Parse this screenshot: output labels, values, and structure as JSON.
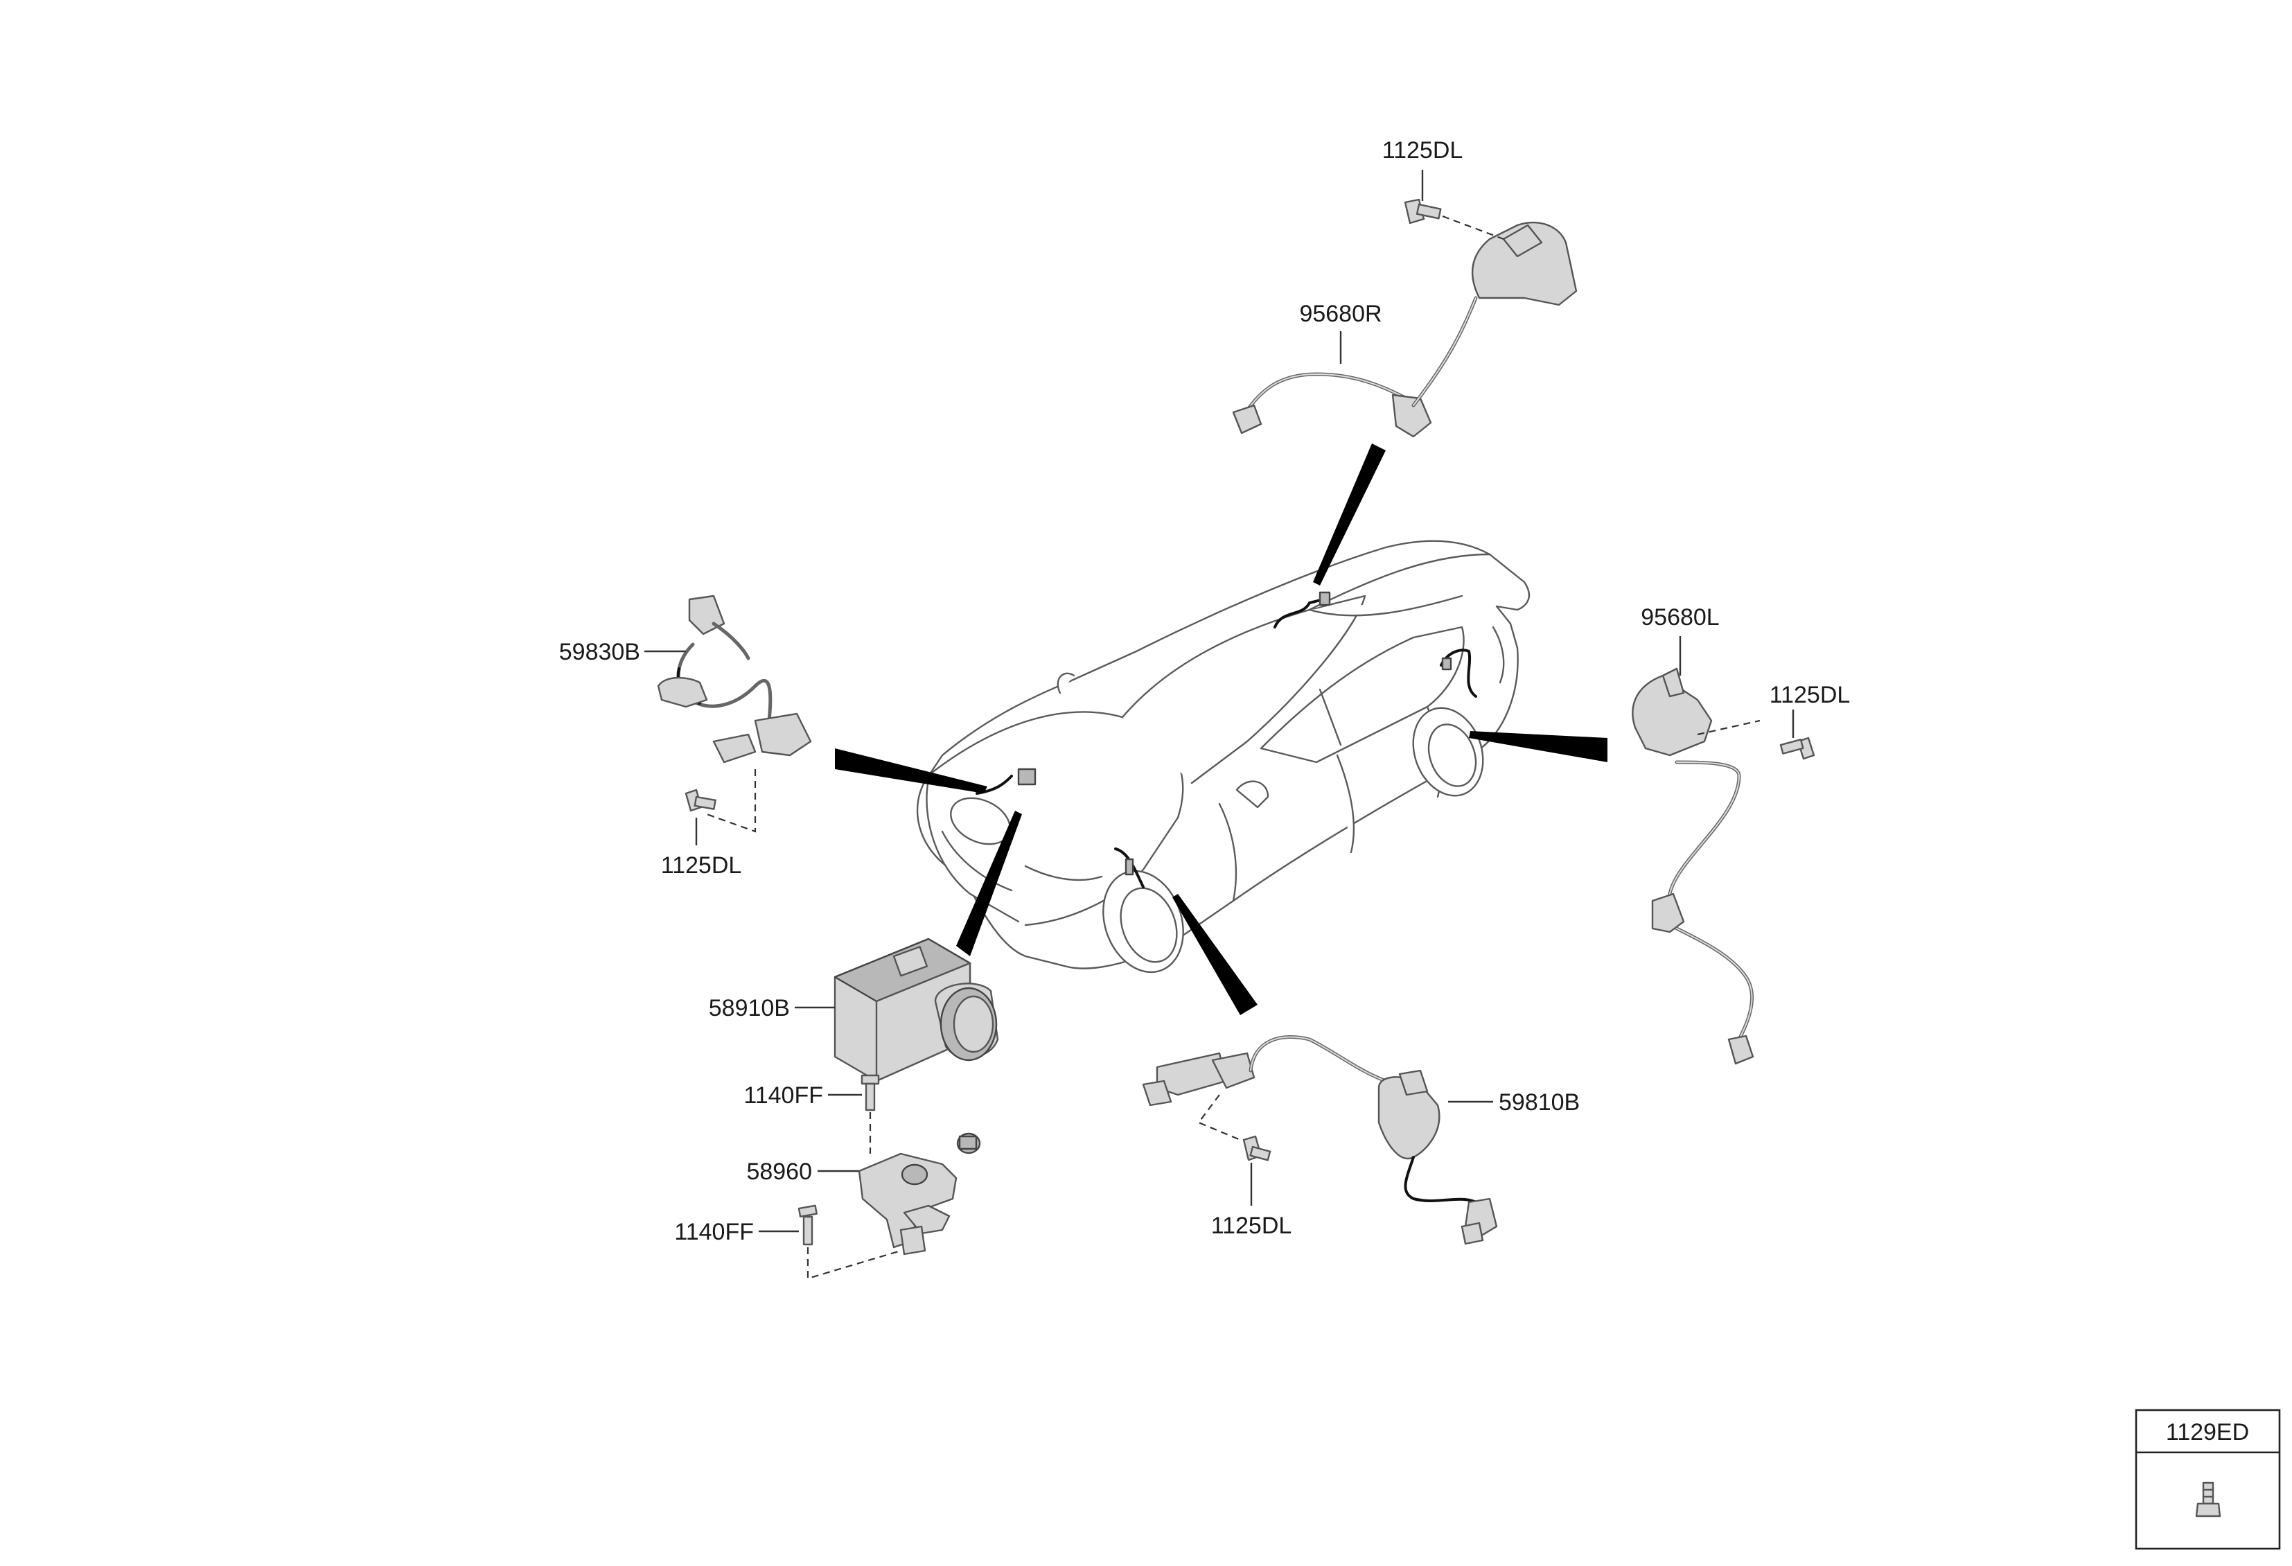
{
  "callouts": {
    "c1125dl_top": "1125DL",
    "c95680r": "95680R",
    "c59830b": "59830B",
    "c95680l": "95680L",
    "c1125dl_right": "1125DL",
    "c1125dl_left": "1125DL",
    "c58910b": "58910B",
    "c1140ff_upper": "1140FF",
    "c58960": "58960",
    "c1140ff_lower": "1140FF",
    "c59810b": "59810B",
    "c1125dl_bottom": "1125DL"
  },
  "legend_box": {
    "part_number": "1129ED",
    "icon": "bolt-icon"
  }
}
